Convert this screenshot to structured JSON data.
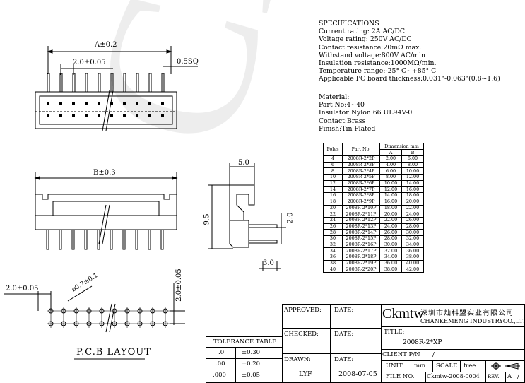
{
  "watermark": "Ckmtw",
  "specifications": {
    "title": "SPECIFICATIONS",
    "lines": [
      "Current rating: 2A  AC/DC",
      "Voltage rating: 250V AC/DC",
      "Contact resistance:20mΩ max.",
      "Withstand voltage:800V AC/min",
      "Insulation resistance:1000MΩ/min.",
      "Temperature range:-25° C~+85° C",
      "Applicable PC board thickness:0.031\"-0.063\"(0.8~1.6)"
    ]
  },
  "material": {
    "lines": [
      "Material:",
      "Part No:4~40",
      "Insulator:Nylon 66 UL94V-0",
      "Contact:Brass",
      "Finish:Tin Plated"
    ]
  },
  "dimension_table": {
    "col_poles": "Poles",
    "col_part": "Part No.",
    "col_dim": "Dimension mm",
    "col_a": "A",
    "col_b": "B",
    "rows": [
      [
        "4",
        "2008R-2*2P",
        "2.00",
        "6.00"
      ],
      [
        "6",
        "2008R-2*3P",
        "4.00",
        "8.00"
      ],
      [
        "8",
        "2008R-2*4P",
        "6.00",
        "10.00"
      ],
      [
        "10",
        "2008R-2*5P",
        "8.00",
        "12.00"
      ],
      [
        "12",
        "2008R-2*6P",
        "10.00",
        "14.00"
      ],
      [
        "14",
        "2008R-2*7P",
        "12.00",
        "16.00"
      ],
      [
        "16",
        "2008R-2*8P",
        "14.00",
        "18.00"
      ],
      [
        "18",
        "2008R-2*9P",
        "16.00",
        "20.00"
      ],
      [
        "20",
        "2008R-2*10P",
        "18.00",
        "22.00"
      ],
      [
        "22",
        "2008R-2*11P",
        "20.00",
        "24.00"
      ],
      [
        "24",
        "2008R-2*12P",
        "22.00",
        "26.00"
      ],
      [
        "26",
        "2008R-2*13P",
        "24.00",
        "28.00"
      ],
      [
        "28",
        "2008R-2*14P",
        "26.00",
        "30.00"
      ],
      [
        "30",
        "2008R-2*15P",
        "28.00",
        "32.00"
      ],
      [
        "32",
        "2008R-2*16P",
        "30.00",
        "34.00"
      ],
      [
        "34",
        "2008R-2*17P",
        "32.00",
        "36.00"
      ],
      [
        "36",
        "2008R-2*18P",
        "34.00",
        "38.00"
      ],
      [
        "38",
        "2008R-2*19P",
        "36.00",
        "40.00"
      ],
      [
        "40",
        "2008R-2*20P",
        "38.00",
        "42.00"
      ]
    ]
  },
  "dimensions": {
    "a": "A±0.2",
    "pitch_top": "2.0±0.05",
    "sq": "0.5SQ",
    "b": "B±0.3",
    "w5": "5.0",
    "h95": "9.5",
    "d2": "2.0",
    "d3": "3.0",
    "pcb_pitch_x": "2.0±0.05",
    "pcb_hole": "ø0.7±0.1",
    "pcb_pitch_y": "2.0±0.05",
    "pcb_label": "P.C.B LAYOUT"
  },
  "tolerance": {
    "title": "TOLERANCE TABLE",
    "rows": [
      [
        ".0",
        "±0.30"
      ],
      [
        ".00",
        "±0.20"
      ],
      [
        ".000",
        "±0.05"
      ]
    ]
  },
  "title_block": {
    "approved": "APPROVED:",
    "date1": "DATE:",
    "checked": "CHECKED:",
    "date2": "DATE:",
    "drawn": "DRAWN:",
    "date3": "DATE:",
    "drawn_by": "LYF",
    "drawn_date": "2008-07-05",
    "logo": "Ckmtw",
    "company_cn": "深圳市灿科盟实业有限公司",
    "company_en": "CHANKEMENG INDUSTRYCO.,LTD",
    "title_label": "TITLE:",
    "title_value": "2008R-2*XP",
    "client_pn_label": "CLIENT P/N",
    "client_pn_value": "/",
    "unit_label": "UNIT",
    "unit_value": "mm",
    "scale_label": "SCALE",
    "scale_value": "free",
    "file_label": "FILE NO.",
    "file_value": "Ckmtw-2008-0004",
    "rev_label": "REV.",
    "rev_value": "A",
    "rev_sheet": "/"
  }
}
